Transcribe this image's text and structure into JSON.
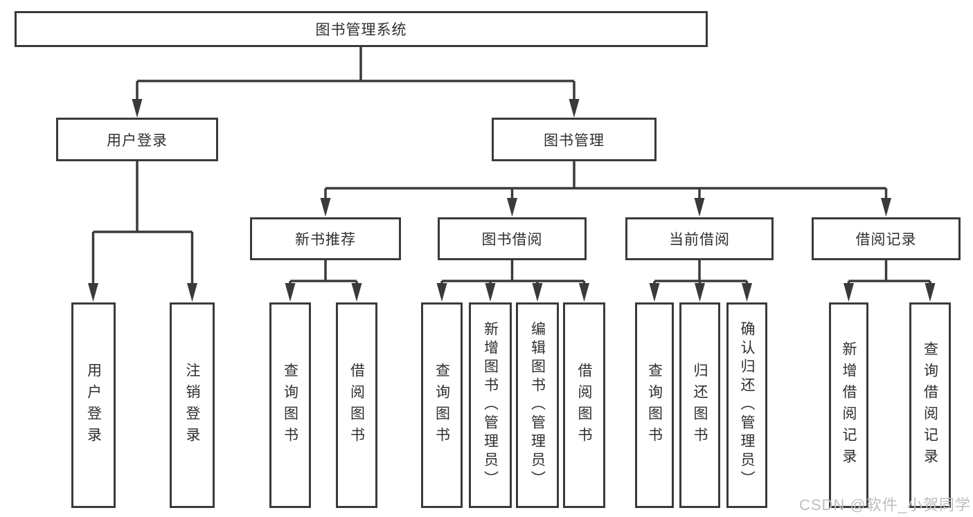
{
  "diagram": {
    "root": {
      "label": "图书管理系统"
    },
    "branches": [
      {
        "label": "用户登录",
        "children": [
          {
            "label": "用户登录"
          },
          {
            "label": "注销登录"
          }
        ]
      },
      {
        "label": "图书管理",
        "children": [
          {
            "label": "新书推荐",
            "children": [
              {
                "label": "查询图书"
              },
              {
                "label": "借阅图书"
              }
            ]
          },
          {
            "label": "图书借阅",
            "children": [
              {
                "label": "查询图书"
              },
              {
                "label": "新增图书（管理员）"
              },
              {
                "label": "编辑图书（管理员）"
              },
              {
                "label": "借阅图书"
              }
            ]
          },
          {
            "label": "当前借阅",
            "children": [
              {
                "label": "查询图书"
              },
              {
                "label": "归还图书"
              },
              {
                "label": "确认归还（管理员）"
              }
            ]
          },
          {
            "label": "借阅记录",
            "children": [
              {
                "label": "新增借阅记录"
              },
              {
                "label": "查询借阅记录"
              }
            ]
          }
        ]
      }
    ]
  },
  "watermark": {
    "text": "CSDN @软件_小贺同学"
  },
  "colors": {
    "line": "#3a3a3a",
    "text": "#2f2f2f",
    "watermark": "#c2bcbc",
    "background": "#ffffff"
  }
}
